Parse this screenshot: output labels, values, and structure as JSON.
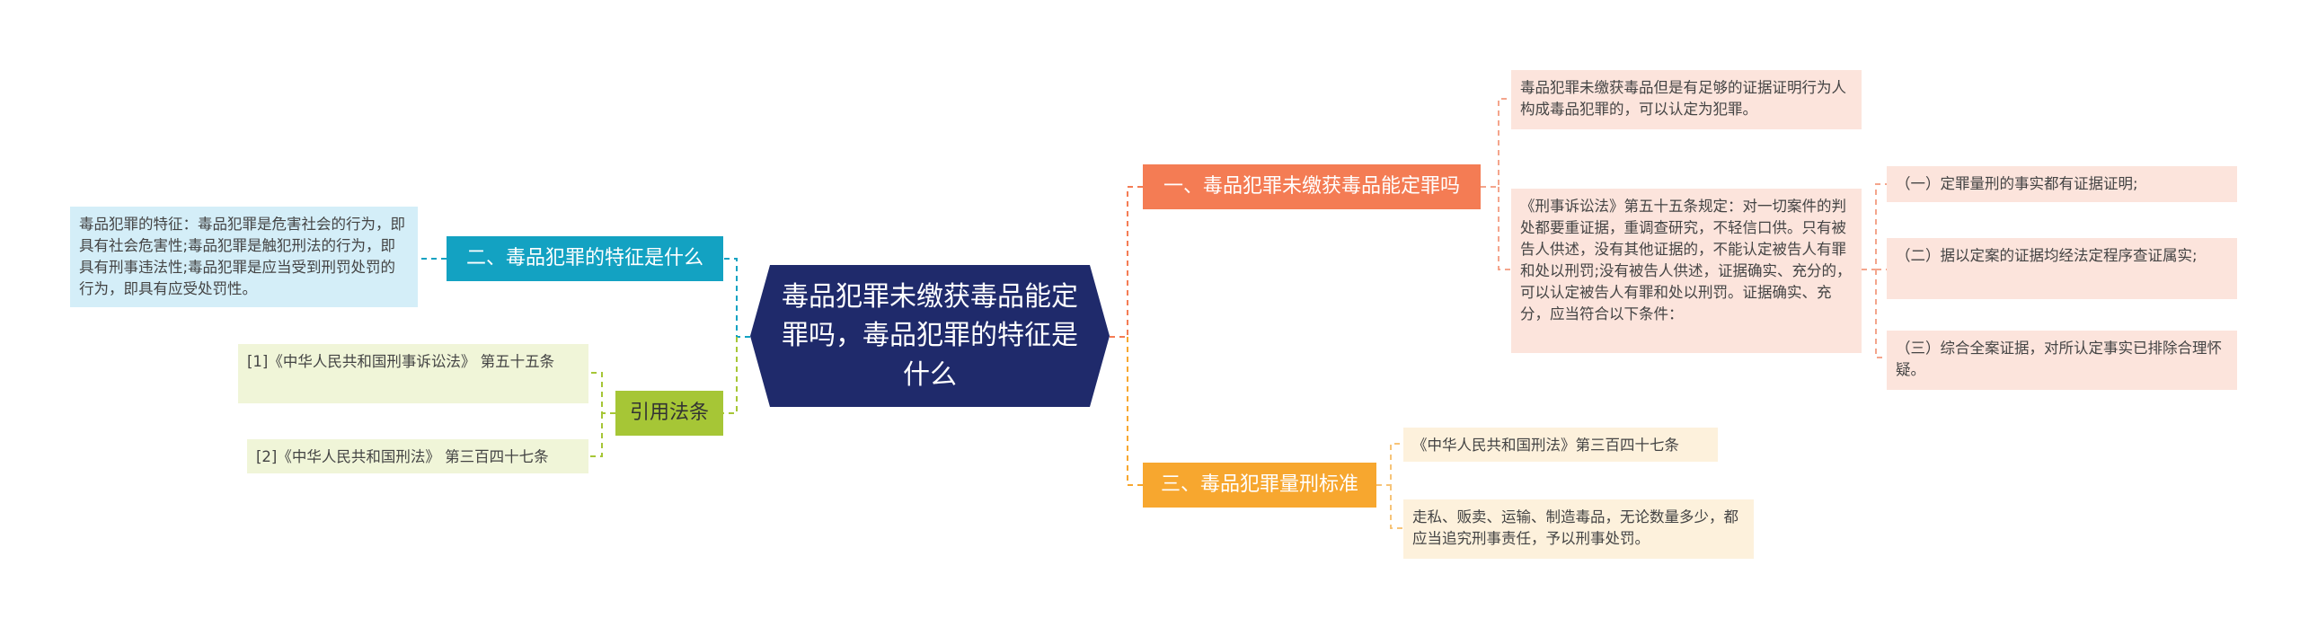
{
  "central": "毒品犯罪未缴获毒品能定罪吗，毒品犯罪的特征是什么",
  "branches": {
    "b1": {
      "label": "一、毒品犯罪未缴获毒品能定罪吗",
      "leaf1": "毒品犯罪未缴获毒品但是有足够的证据证明行为人构成毒品犯罪的，可以认定为犯罪。",
      "leaf2": "《刑事诉讼法》第五十五条规定：对一切案件的判处都要重证据，重调查研究，不轻信口供。只有被告人供述，没有其他证据的，不能认定被告人有罪和处以刑罚;没有被告人供述，证据确实、充分的，可以认定被告人有罪和处以刑罚。证据确实、充分，应当符合以下条件：",
      "sub": [
        "（一）定罪量刑的事实都有证据证明;",
        "（二）据以定案的证据均经法定程序查证属实;",
        "（三）综合全案证据，对所认定事实已排除合理怀疑。"
      ]
    },
    "b2": {
      "label": "二、毒品犯罪的特征是什么",
      "leaf": "毒品犯罪的特征：毒品犯罪是危害社会的行为，即具有社会危害性;毒品犯罪是触犯刑法的行为，即具有刑事违法性;毒品犯罪是应当受到刑罚处罚的行为，即具有应受处罚性。"
    },
    "b3": {
      "label": "三、毒品犯罪量刑标准",
      "leaf1": "《中华人民共和国刑法》第三百四十七条",
      "leaf2": "走私、贩卖、运输、制造毒品，无论数量多少，都应当追究刑事责任，予以刑事处罚。"
    },
    "refs": {
      "label": "引用法条",
      "items": [
        "[1]《中华人民共和国刑事诉讼法》 第五十五条",
        "[2]《中华人民共和国刑法》 第三百四十七条"
      ]
    }
  },
  "colors": {
    "central": "#1f2a6b",
    "branch1": "#f47c54",
    "branch2": "#13a2c2",
    "branch3": "#f7a72f",
    "refs": "#a6c636",
    "leaf_pink": "#fce4dc",
    "leaf_cream": "#fdf1dc",
    "leaf_blue": "#d4eef8",
    "leaf_green": "#f0f5d8"
  }
}
